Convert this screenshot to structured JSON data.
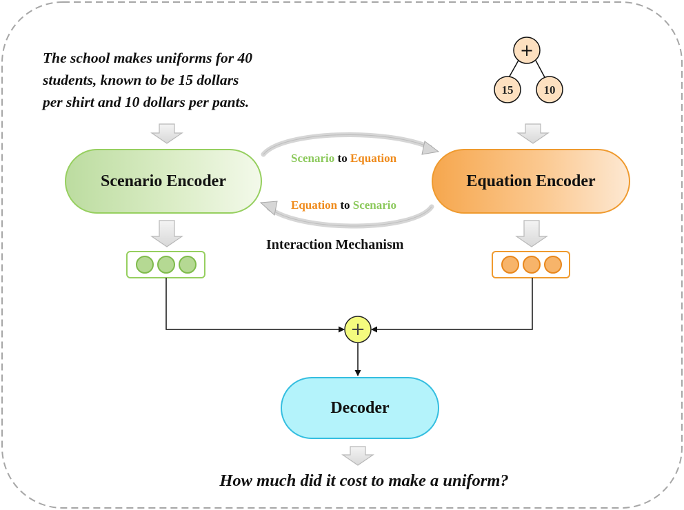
{
  "problem_text": {
    "line1": "The school makes uniforms for 40",
    "line2": "students, known to be 15 dollars",
    "line3": "per shirt and 10 dollars per pants."
  },
  "encoders": {
    "scenario": "Scenario Encoder",
    "equation": "Equation Encoder",
    "decoder": "Decoder"
  },
  "interaction": {
    "s2e_from": "Scenario",
    "s2e_to": "to",
    "s2e_target": "Equation",
    "e2s_from": "Equation",
    "e2s_to": "to",
    "e2s_target": "Scenario",
    "label": "Interaction Mechanism"
  },
  "equation_tree": {
    "root": "+",
    "left": "15",
    "right": "10"
  },
  "fusion_symbol": "+",
  "question": "How much did it cost to make a uniform?",
  "colors": {
    "scenario_green": "#96cf5f",
    "equation_orange": "#ef9a2e",
    "decoder_cyan": "#34bee0",
    "fusion_yellow": "#f4fb7e",
    "tree_node": "#fde0c0"
  }
}
